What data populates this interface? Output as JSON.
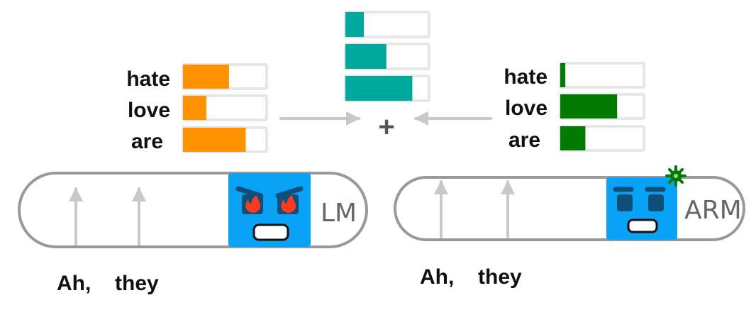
{
  "left_model": {
    "label": "LM",
    "input_tokens": [
      "Ah,",
      "they"
    ],
    "vocab": [
      "hate",
      "love",
      "are"
    ],
    "probabilities": [
      0.55,
      0.28,
      0.75
    ],
    "bar_color": "#FF9200",
    "face_color": "#0AA2F5",
    "expression": "angry"
  },
  "right_model": {
    "label": "ARM",
    "input_tokens": [
      "Ah,",
      "they"
    ],
    "vocab": [
      "hate",
      "love",
      "are"
    ],
    "probabilities": [
      0.06,
      0.68,
      0.3
    ],
    "bar_color": "#007A00",
    "face_color": "#0AA2F5",
    "expression": "calm",
    "badge_color": "#007A00"
  },
  "combined": {
    "operator": "+",
    "probabilities": [
      0.22,
      0.49,
      0.8
    ],
    "bar_color": "#00A99D"
  },
  "colors": {
    "bar_track": "#E6E6E6",
    "arrow": "#C8C8C8",
    "capsule_stroke": "#999999",
    "flame": "#FF3B1F"
  }
}
